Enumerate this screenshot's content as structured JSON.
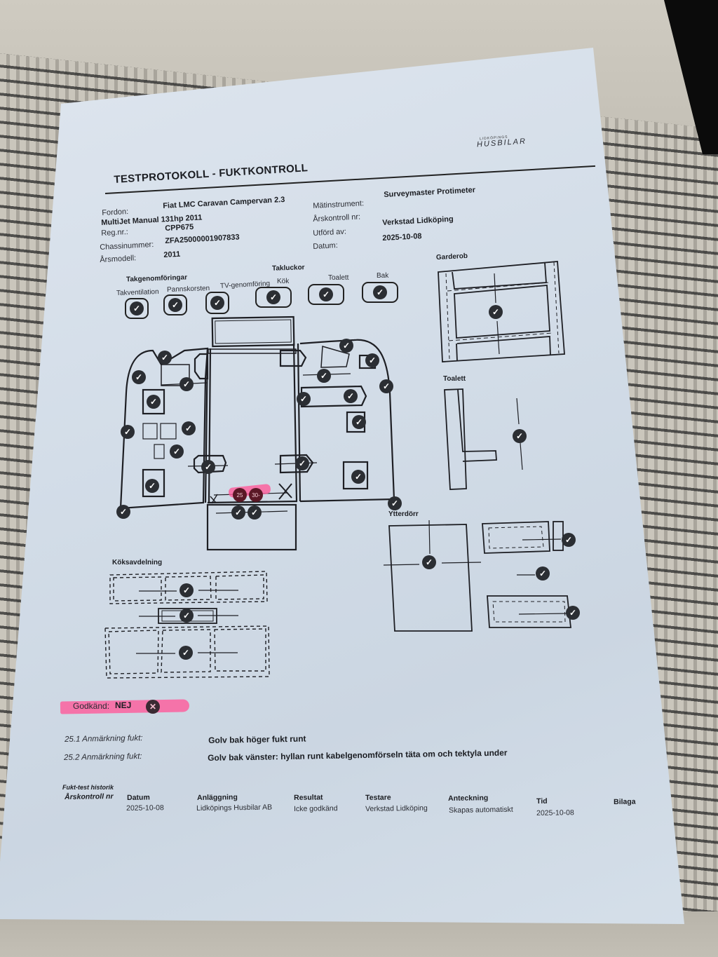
{
  "document": {
    "title": "TESTPROTOKOLL - FUKTKONTROLL",
    "logo": {
      "small": "LIDKÖPINGS",
      "large": "HUSBILAR"
    },
    "vehicle": {
      "fordon_label": "Fordon:",
      "fordon_value_line1": "Fiat LMC Caravan Campervan 2.3",
      "fordon_value_line2": "MultiJet Manual 131hp 2011",
      "regnr_label": "Reg.nr.:",
      "regnr_value": "CPP675",
      "chassis_label": "Chassinummer:",
      "chassis_value": "ZFA25000001907833",
      "arsmodell_label": "Årsmodell:",
      "arsmodell_value": "2011"
    },
    "inspection": {
      "instrument_label": "Mätinstrument:",
      "instrument_value": "Surveymaster Protimeter",
      "arskontroll_label": "Årskontroll nr:",
      "arskontroll_value": "",
      "utford_label": "Utförd av:",
      "utford_value": "Verkstad Lidköping",
      "datum_label": "Datum:",
      "datum_value": "2025-10-08"
    },
    "roof": {
      "takgenomforingar_title": "Takgenomföringar",
      "takluckor_title": "Takluckor",
      "items": [
        {
          "label": "Takventilation",
          "status": "ok"
        },
        {
          "label": "Pannskorsten",
          "status": "ok"
        },
        {
          "label": "TV-genomföring",
          "status": "ok"
        },
        {
          "label": "Kök",
          "status": "ok"
        },
        {
          "label": "Toalett",
          "status": "ok"
        },
        {
          "label": "Bak",
          "status": "ok"
        }
      ]
    },
    "sections": {
      "garderob": "Garderob",
      "toalett": "Toalett",
      "ytterdorr": "Ytterdörr",
      "koksavdelning": "Köksavdelning"
    },
    "floor_readings": {
      "values": [
        "25",
        "30-"
      ],
      "status": "fail"
    },
    "check_symbol": "✓",
    "fail_symbol": "✕",
    "result": {
      "label": "Godkänd:",
      "value": "NEJ",
      "highlight_color": "#ff5a9a"
    },
    "remarks": [
      {
        "label": "25.1 Anmärkning fukt:",
        "text": "Golv bak höger fukt runt"
      },
      {
        "label": "25.2 Anmärkning fukt:",
        "text": "Golv bak vänster: hyllan runt kabelgenomförseln täta om och tektyla under"
      }
    ],
    "history": {
      "title": "Fukt-test historik",
      "columns": [
        "Årskontroll nr",
        "Datum",
        "Anläggning",
        "Resultat",
        "Testare",
        "Anteckning",
        "Tid",
        "Bilaga"
      ],
      "rows": [
        [
          "",
          "2025-10-08",
          "Lidköpings Husbilar AB",
          "Icke godkänd",
          "Verkstad Lidköping",
          "Skapas automatiskt",
          "2025-10-08",
          ""
        ]
      ]
    }
  }
}
